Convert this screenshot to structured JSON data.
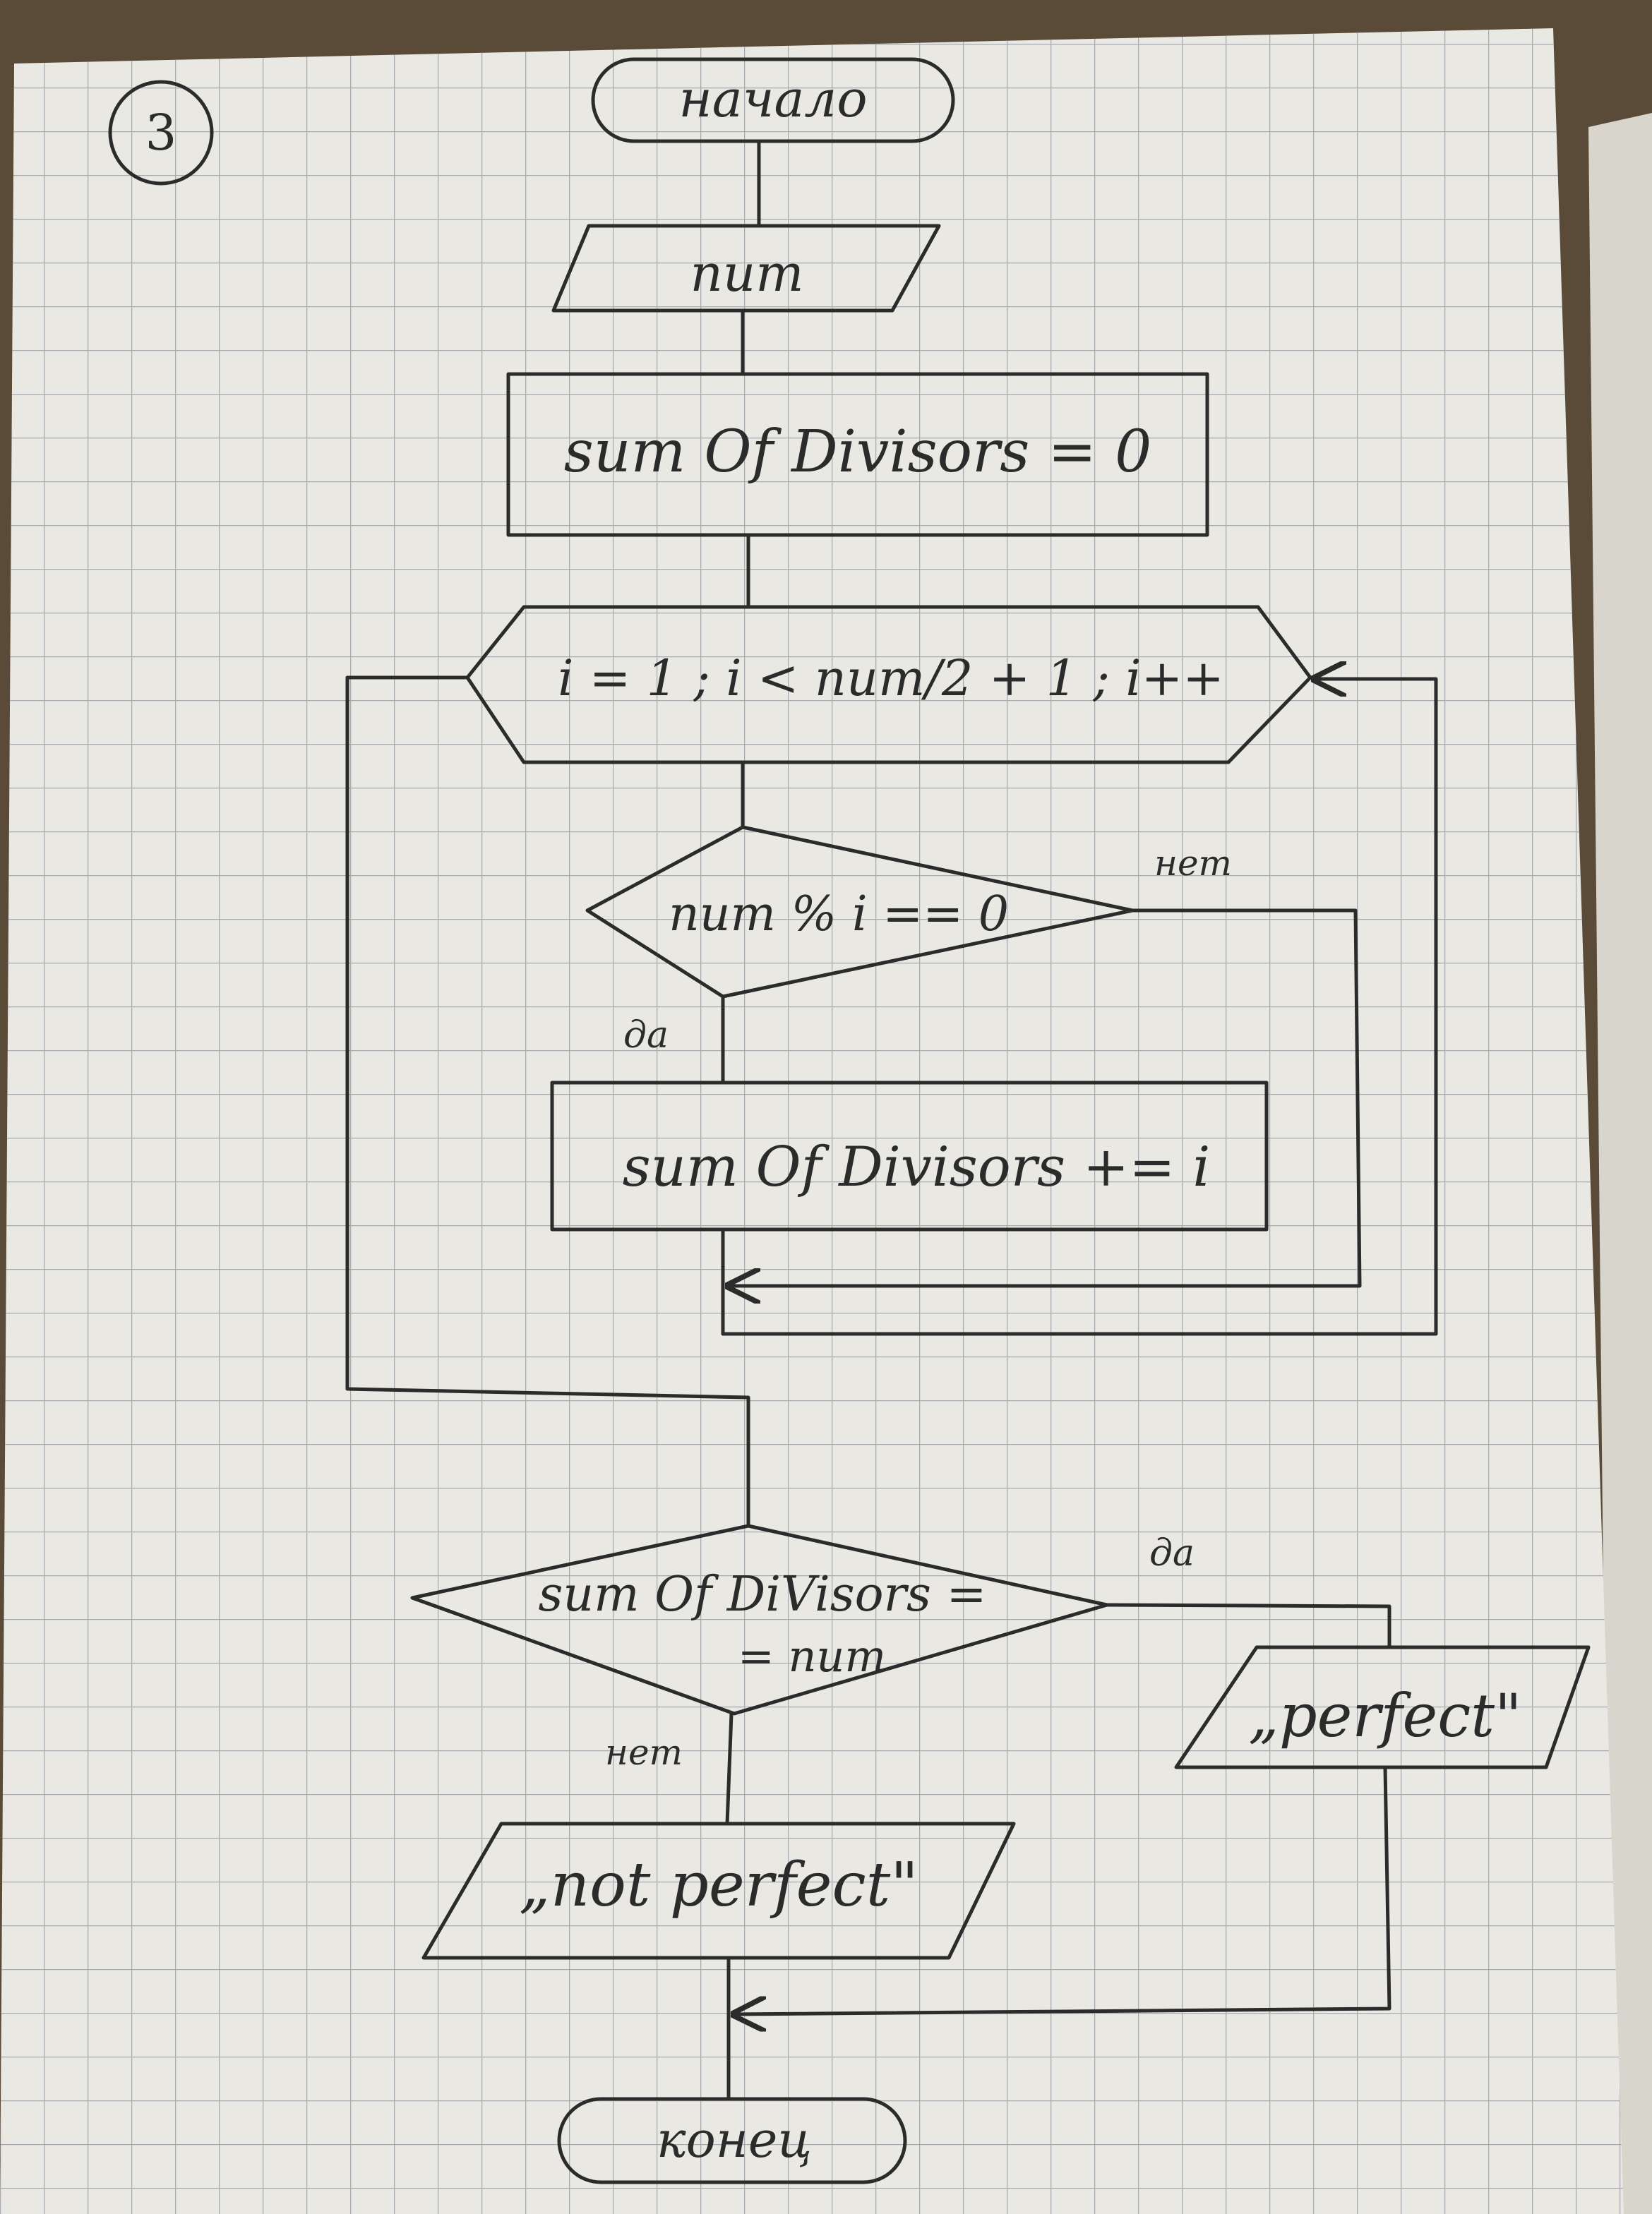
{
  "page": {
    "number": "3",
    "paper_color": "#e9e8e3",
    "grid_color": "#a9aab0",
    "ink_color": "#2b2b2b"
  },
  "flowchart": {
    "start": "начало",
    "input": "num",
    "init": "sum Of Divisors = 0",
    "loop": "i = 1 ; i < num/2 + 1 ; i++",
    "check": "num % i == 0",
    "check_yes": "да",
    "check_no": "нет",
    "accumulate": "sum Of Divisors += i",
    "compare_line1": "sum Of DiVisors =",
    "compare_line2": "= num",
    "compare_yes": "да",
    "compare_no": "нет",
    "output_yes": "„perfect\"",
    "output_no": "„not perfect\"",
    "end": "конец"
  }
}
